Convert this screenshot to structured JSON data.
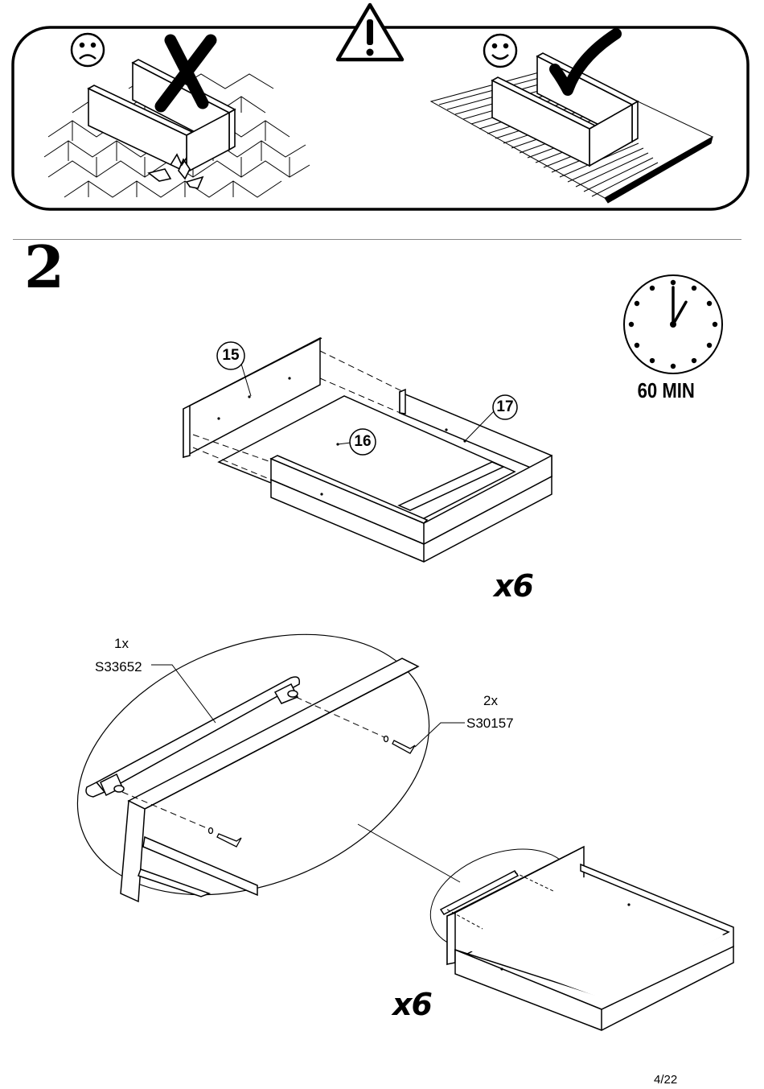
{
  "warning_panel": {
    "left_face": "sad-face",
    "right_face": "happy-face",
    "warning_icon": "exclamation-triangle-icon",
    "left_mark": "x-cross-icon",
    "right_mark": "check-mark-icon"
  },
  "step": {
    "number": "2",
    "time_label": "60 MIN",
    "clock_hour": 1,
    "clock_minute": 0
  },
  "parts": {
    "p15": "15",
    "p16": "16",
    "p17": "17"
  },
  "multipliers": {
    "drawer_assembly": "x6",
    "handle_assembly": "x6"
  },
  "hardware": {
    "handle_qty": "1x",
    "handle_code": "S33652",
    "screw_qty": "2x",
    "screw_code": "S30157"
  },
  "footer": {
    "page": "4/22"
  }
}
